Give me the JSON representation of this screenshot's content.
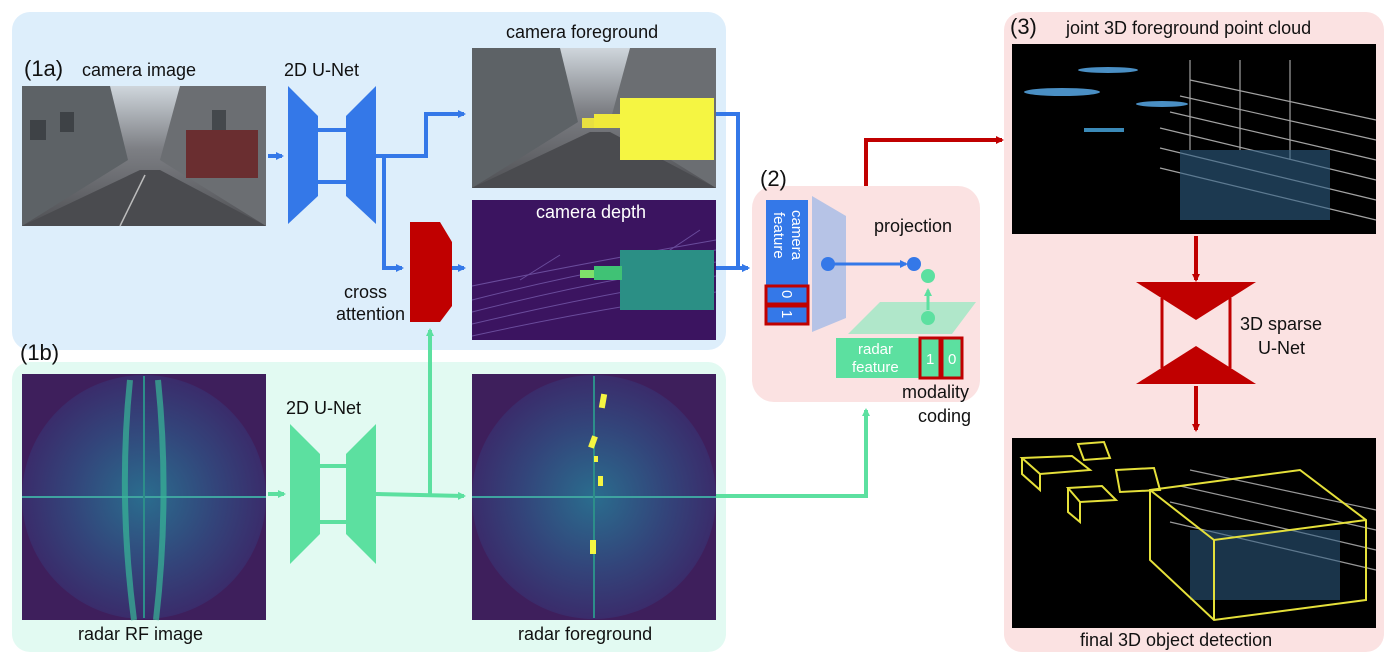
{
  "sections": {
    "s1a": "(1a)",
    "s1b": "(1b)",
    "s2": "(2)",
    "s3": "(3)"
  },
  "camera": {
    "image_label": "camera image",
    "unet_label": "2D U-Net",
    "foreground_label": "camera foreground",
    "depth_label": "camera depth"
  },
  "cross_attention": {
    "line1": "cross",
    "line2": "attention"
  },
  "radar": {
    "image_label": "radar RF image",
    "unet_label": "2D U-Net",
    "foreground_label": "radar foreground"
  },
  "fusion": {
    "projection_label": "projection",
    "camera_feature_line1": "camera",
    "camera_feature_line2": "feature",
    "camera_code": [
      "0",
      "1"
    ],
    "radar_feature_line1": "radar",
    "radar_feature_line2": "feature",
    "radar_code": [
      "1",
      "0"
    ],
    "modality_line1": "modality",
    "modality_line2": "coding"
  },
  "detection": {
    "pointcloud_label": "joint 3D foreground point cloud",
    "unet_line1": "3D sparse",
    "unet_line2": "U-Net",
    "final_label": "final 3D object detection"
  },
  "colors": {
    "camera_arrow": "#3478e8",
    "radar_arrow": "#5ce0a0",
    "fusion_arrow": "#c00000",
    "panel_camera": "#ddeefb",
    "panel_radar": "#e2faf2",
    "panel_fusion": "#fbe2e2"
  }
}
